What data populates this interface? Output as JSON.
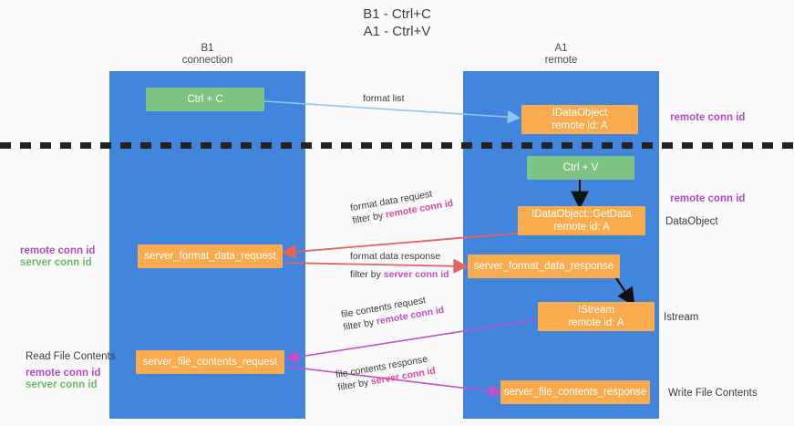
{
  "title": {
    "line1": "B1 - Ctrl+C",
    "line2": "A1 - Ctrl+V"
  },
  "lanes": [
    {
      "name": "B1",
      "sub": "connection"
    },
    {
      "name": "A1",
      "sub": "remote"
    }
  ],
  "nodes": {
    "ctrl_c": {
      "l1": "Ctrl + C",
      "l2": ""
    },
    "idataobject": {
      "l1": "IDataObject",
      "l2": "remote id: A"
    },
    "ctrl_v": {
      "l1": "Ctrl + V",
      "l2": ""
    },
    "getdata": {
      "l1": "IDataObject::GetData",
      "l2": "remote id: A"
    },
    "fmt_req": {
      "l1": "server_format_data_request",
      "l2": ""
    },
    "fmt_res": {
      "l1": "server_format_data_response",
      "l2": ""
    },
    "istream": {
      "l1": "IStream",
      "l2": "remote id: A"
    },
    "file_req": {
      "l1": "server_file_contents_request",
      "l2": ""
    },
    "file_res": {
      "l1": "server_file_contents_response",
      "l2": ""
    }
  },
  "edge_labels": {
    "format_list": "format list",
    "fmt_req_top": "format data request",
    "fmt_req_filter_pre": "filter by ",
    "fmt_req_filter_hl": "remote conn id",
    "fmt_res_top": "format data response",
    "fmt_res_filter_pre": "filter by ",
    "fmt_res_filter_hl": "server conn id",
    "file_req_top": "file contents request",
    "file_req_filter_pre": "filter by ",
    "file_req_filter_hl": "remote conn id",
    "file_res_top": "file contents response",
    "file_res_filter_pre": "filter by ",
    "file_res_filter_hl": "server conn id"
  },
  "side_labels": {
    "right_remote_conn_1": "remote conn id",
    "right_remote_conn_2": "remote conn id",
    "right_dataobject": "DataObject",
    "right_istream": "Istream",
    "right_write_file": "Write File Contents",
    "left_remote_conn": "remote conn id",
    "left_server_conn": "server conn id",
    "left_read_file": "Read File Contents",
    "left_remote_conn_2": "remote conn id",
    "left_server_conn_2": "server conn id"
  },
  "colors": {
    "lane": "#4285dd",
    "green_node": "#7dc383",
    "orange_node": "#f9ab4e",
    "purple": "#b34ac4",
    "green_text": "#68bb6c",
    "red_arrow": "#e8625e",
    "magenta_arrow": "#c44fc9",
    "blue_arrow": "#8ec6ef",
    "black_arrow": "#111111"
  }
}
